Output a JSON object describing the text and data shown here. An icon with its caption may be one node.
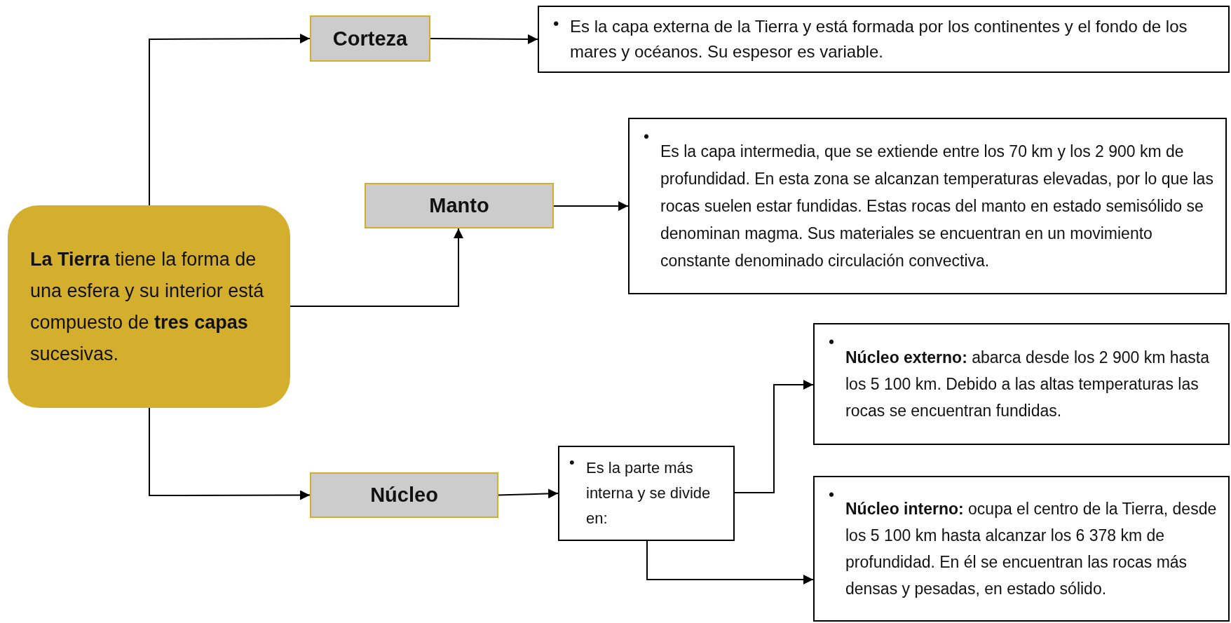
{
  "diagram": {
    "nodes": [
      {
        "text": [
          "**La Tierra** tiene la forma de una esfera y su interior está compuesto de **tres capas** sucesivas."
        ]
      },
      {
        "text": [
          "Corteza"
        ]
      },
      {
        "text": [
          "•",
          "Es la capa externa de la Tierra y está formada por los continentes y el fondo de los mares y océanos. Su espesor es variable."
        ]
      },
      {
        "text": [
          "Manto"
        ]
      },
      {
        "text": [
          "•",
          "Es la capa intermedia, que se extiende entre los 70 km y los 2 900 km de profundidad. En esta zona se alcanzan temperaturas elevadas, por lo que las rocas suelen estar fundidas. Estas rocas del manto en estado semisólido se denominan magma. Sus materiales se encuentran en un movimiento constante denominado circulación convectiva."
        ]
      },
      {
        "text": [
          "Núcleo"
        ]
      },
      {
        "text": [
          "•",
          "Es la parte más interna y se divide en:"
        ]
      },
      {
        "text": [
          "•",
          "**Núcleo externo:** abarca desde los 2 900 km hasta los 5 100 km. Debido a las altas temperaturas las rocas se encuentran fundidas."
        ]
      },
      {
        "text": [
          "•",
          "**Núcleo interno:** ocupa el centro de la Tierra, desde los 5 100 km hasta alcanzar los 6 378 km de profundidad. En él se encuentran las rocas más densas y pesadas, en estado sólido."
        ]
      }
    ],
    "edges": [
      {
        "from": 0,
        "to": 1,
        "arrow": "to"
      },
      {
        "from": 1,
        "to": 2,
        "arrow": "to"
      },
      {
        "from": 0,
        "to": 3,
        "arrow": "to"
      },
      {
        "from": 3,
        "to": 4,
        "arrow": "to"
      },
      {
        "from": 0,
        "to": 5,
        "arrow": "to"
      },
      {
        "from": 5,
        "to": 6,
        "arrow": "to"
      },
      {
        "from": 6,
        "to": 7,
        "arrow": "to"
      },
      {
        "from": 6,
        "to": 8,
        "arrow": "to"
      }
    ]
  }
}
